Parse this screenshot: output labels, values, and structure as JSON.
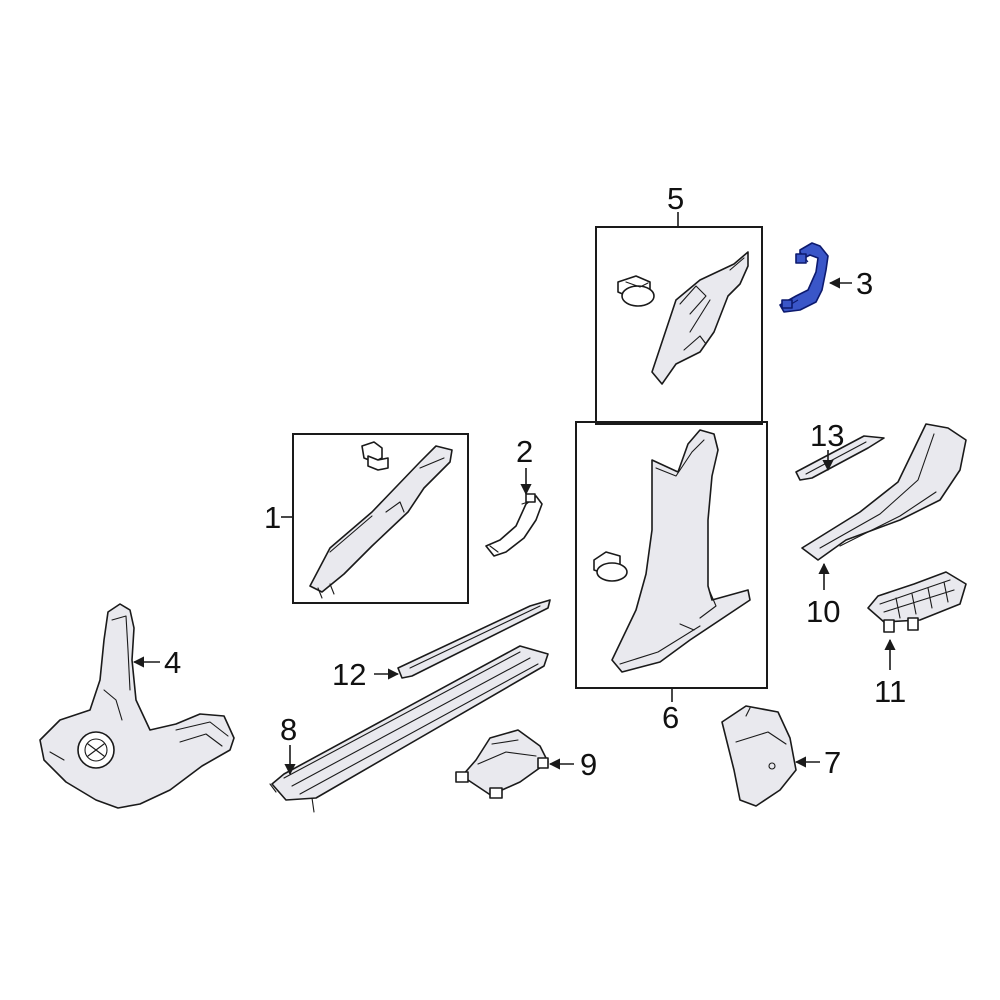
{
  "callouts": {
    "c1": "1",
    "c2": "2",
    "c3": "3",
    "c4": "4",
    "c5": "5",
    "c6": "6",
    "c7": "7",
    "c8": "8",
    "c9": "9",
    "c10": "10",
    "c11": "11",
    "c12": "12",
    "c13": "13"
  },
  "colors": {
    "highlight": "#3a56c8",
    "line": "#1a1a1a",
    "part_shade": "#e9e9ee"
  },
  "highlighted_part": "3"
}
